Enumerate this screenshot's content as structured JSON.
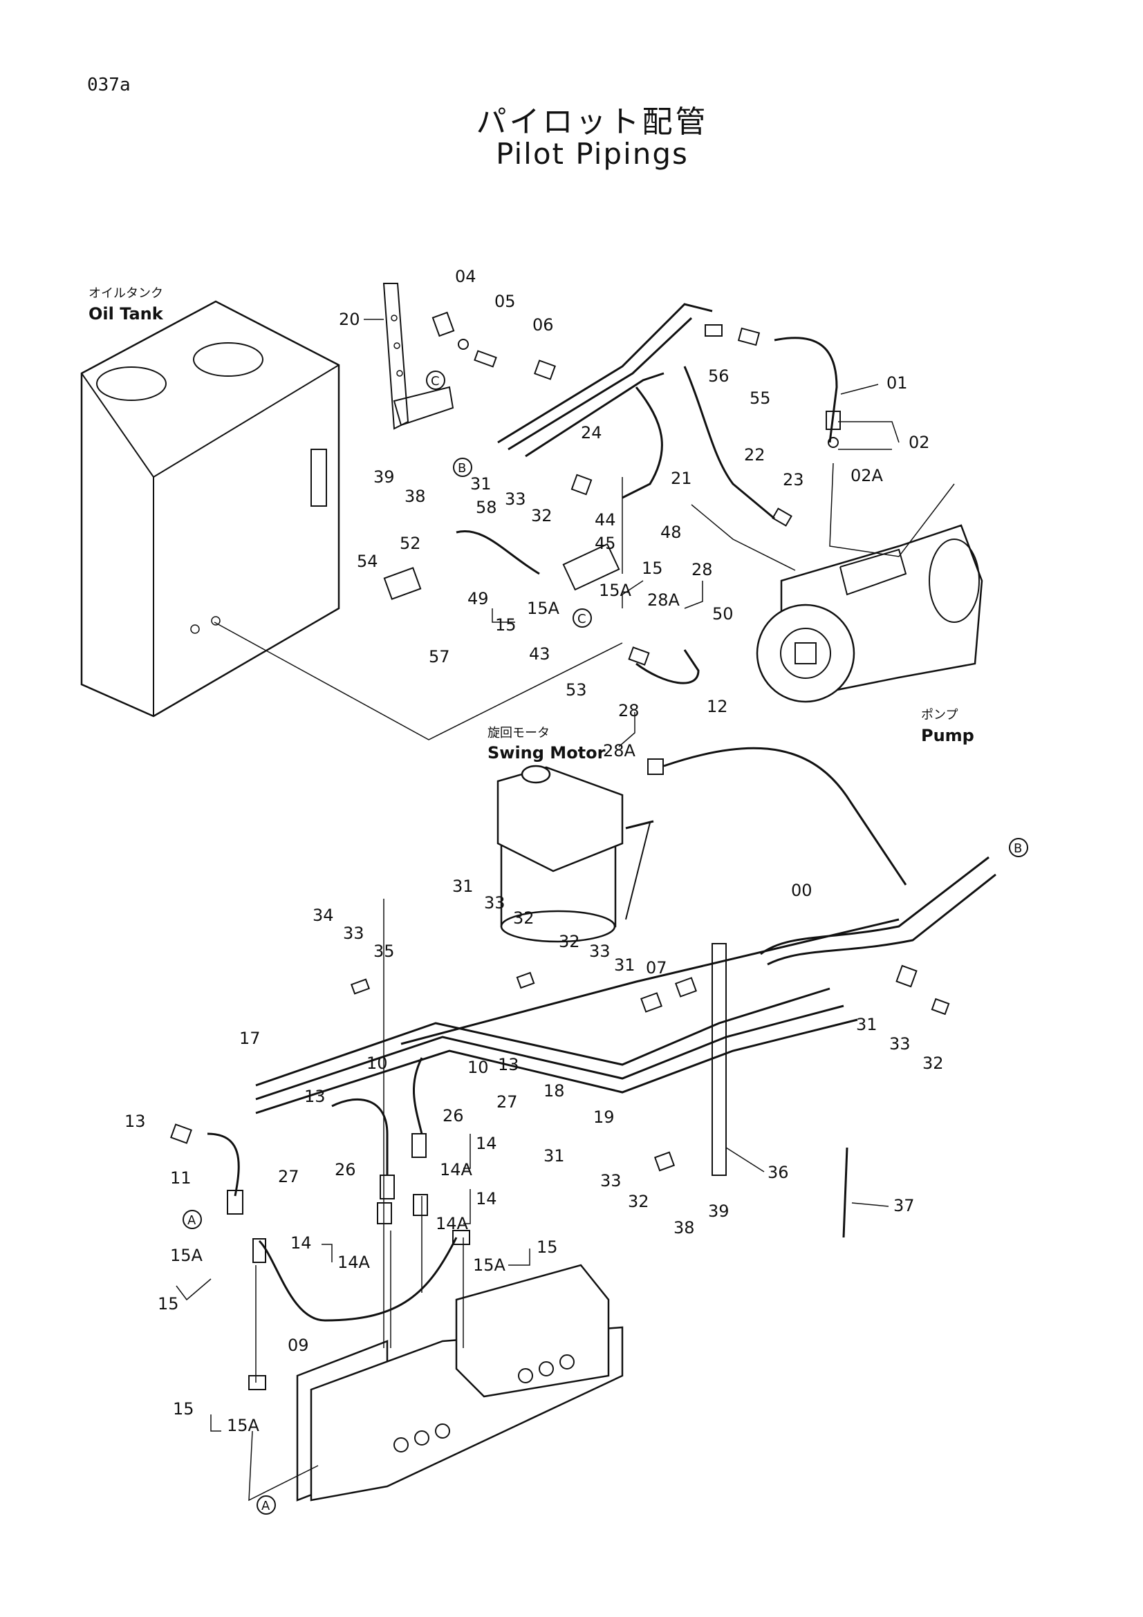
{
  "page_id": "037a",
  "title_jp": "パイロット配管",
  "title_en": "Pilot Pipings",
  "components": {
    "oil_tank": {
      "jp": "オイルタンク",
      "en": "Oil Tank"
    },
    "swing_motor": {
      "jp": "旋回モータ",
      "en": "Swing Motor"
    },
    "pump": {
      "jp": "ポンプ",
      "en": "Pump"
    }
  },
  "ref_markers": {
    "a": "A",
    "b": "B",
    "c": "C"
  },
  "part_labels": {
    "p00": "00",
    "p01": "01",
    "p02": "02",
    "p02a": "02A",
    "p04": "04",
    "p05": "05",
    "p06": "06",
    "p07": "07",
    "p09": "09",
    "p10a": "10",
    "p10b": "10",
    "p11": "11",
    "p12": "12",
    "p13a": "13",
    "p13b": "13",
    "p13c": "13",
    "p14a": "14",
    "p14b": "14",
    "p14c": "14",
    "p14Aa": "14A",
    "p14Ab": "14A",
    "p14Ac": "14A",
    "p15a": "15",
    "p15b": "15",
    "p15c": "15",
    "p15d": "15",
    "p15e": "15",
    "p15Aa": "15A",
    "p15Ab": "15A",
    "p15Ac": "15A",
    "p15Ad": "15A",
    "p15Ae": "15A",
    "p17": "17",
    "p18": "18",
    "p19": "19",
    "p20": "20",
    "p21": "21",
    "p22": "22",
    "p23": "23",
    "p24": "24",
    "p26a": "26",
    "p26b": "26",
    "p27a": "27",
    "p27b": "27",
    "p28a": "28",
    "p28b": "28",
    "p28Aa": "28A",
    "p28Ab": "28A",
    "p31a": "31",
    "p31b": "31",
    "p31c": "31",
    "p31d": "31",
    "p31e": "31",
    "p32a": "32",
    "p32b": "32",
    "p32c": "32",
    "p32d": "32",
    "p32e": "32",
    "p33a": "33",
    "p33b": "33",
    "p33c": "33",
    "p33d": "33",
    "p33e": "33",
    "p33f": "33",
    "p34": "34",
    "p35": "35",
    "p36": "36",
    "p37": "37",
    "p38a": "38",
    "p38b": "38",
    "p39a": "39",
    "p39b": "39",
    "p43": "43",
    "p44": "44",
    "p45": "45",
    "p48": "48",
    "p49": "49",
    "p50": "50",
    "p52": "52",
    "p53": "53",
    "p54": "54",
    "p55": "55",
    "p56": "56",
    "p57": "57",
    "p58": "58"
  }
}
